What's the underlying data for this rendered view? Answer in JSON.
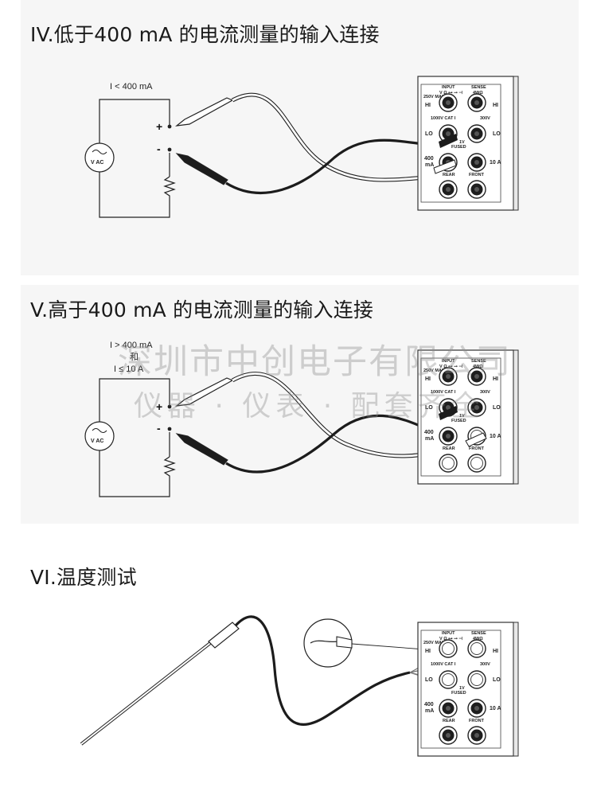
{
  "sections": [
    {
      "title": "IV.低于400 mA 的电流测量的输入连接",
      "current_label": "I < 400 mA",
      "source_label": "V AC",
      "plus": "+",
      "minus": "-"
    },
    {
      "title": "V.高于400 mA 的电流测量的输入连接",
      "current_label_1": "I > 400 mA",
      "current_label_2": "和",
      "current_label_3": "I ≤ 10 A",
      "source_label": "V AC",
      "plus": "+",
      "minus": "-"
    },
    {
      "title": "VI.温度测试"
    }
  ],
  "meter": {
    "input": "INPUT",
    "sense": "SENSE",
    "input_sub": "V Ω ⊶ ⊸ ⊣",
    "sense_sub": "4WΩ",
    "hi": "HI",
    "lo": "LO",
    "v300": "300V",
    "v1000": "1000V CAT I",
    "v1v": "1V",
    "ma400": "400",
    "ma_unit": "mA",
    "fused": "FUSED",
    "a10": "10 A",
    "rear": "REAR",
    "front": "FRONT",
    "max_v": "250V MAX"
  },
  "watermark": {
    "line1": "深圳市中创电子有限公司",
    "line2": "仪器 · 仪表 · 配套齐全"
  }
}
